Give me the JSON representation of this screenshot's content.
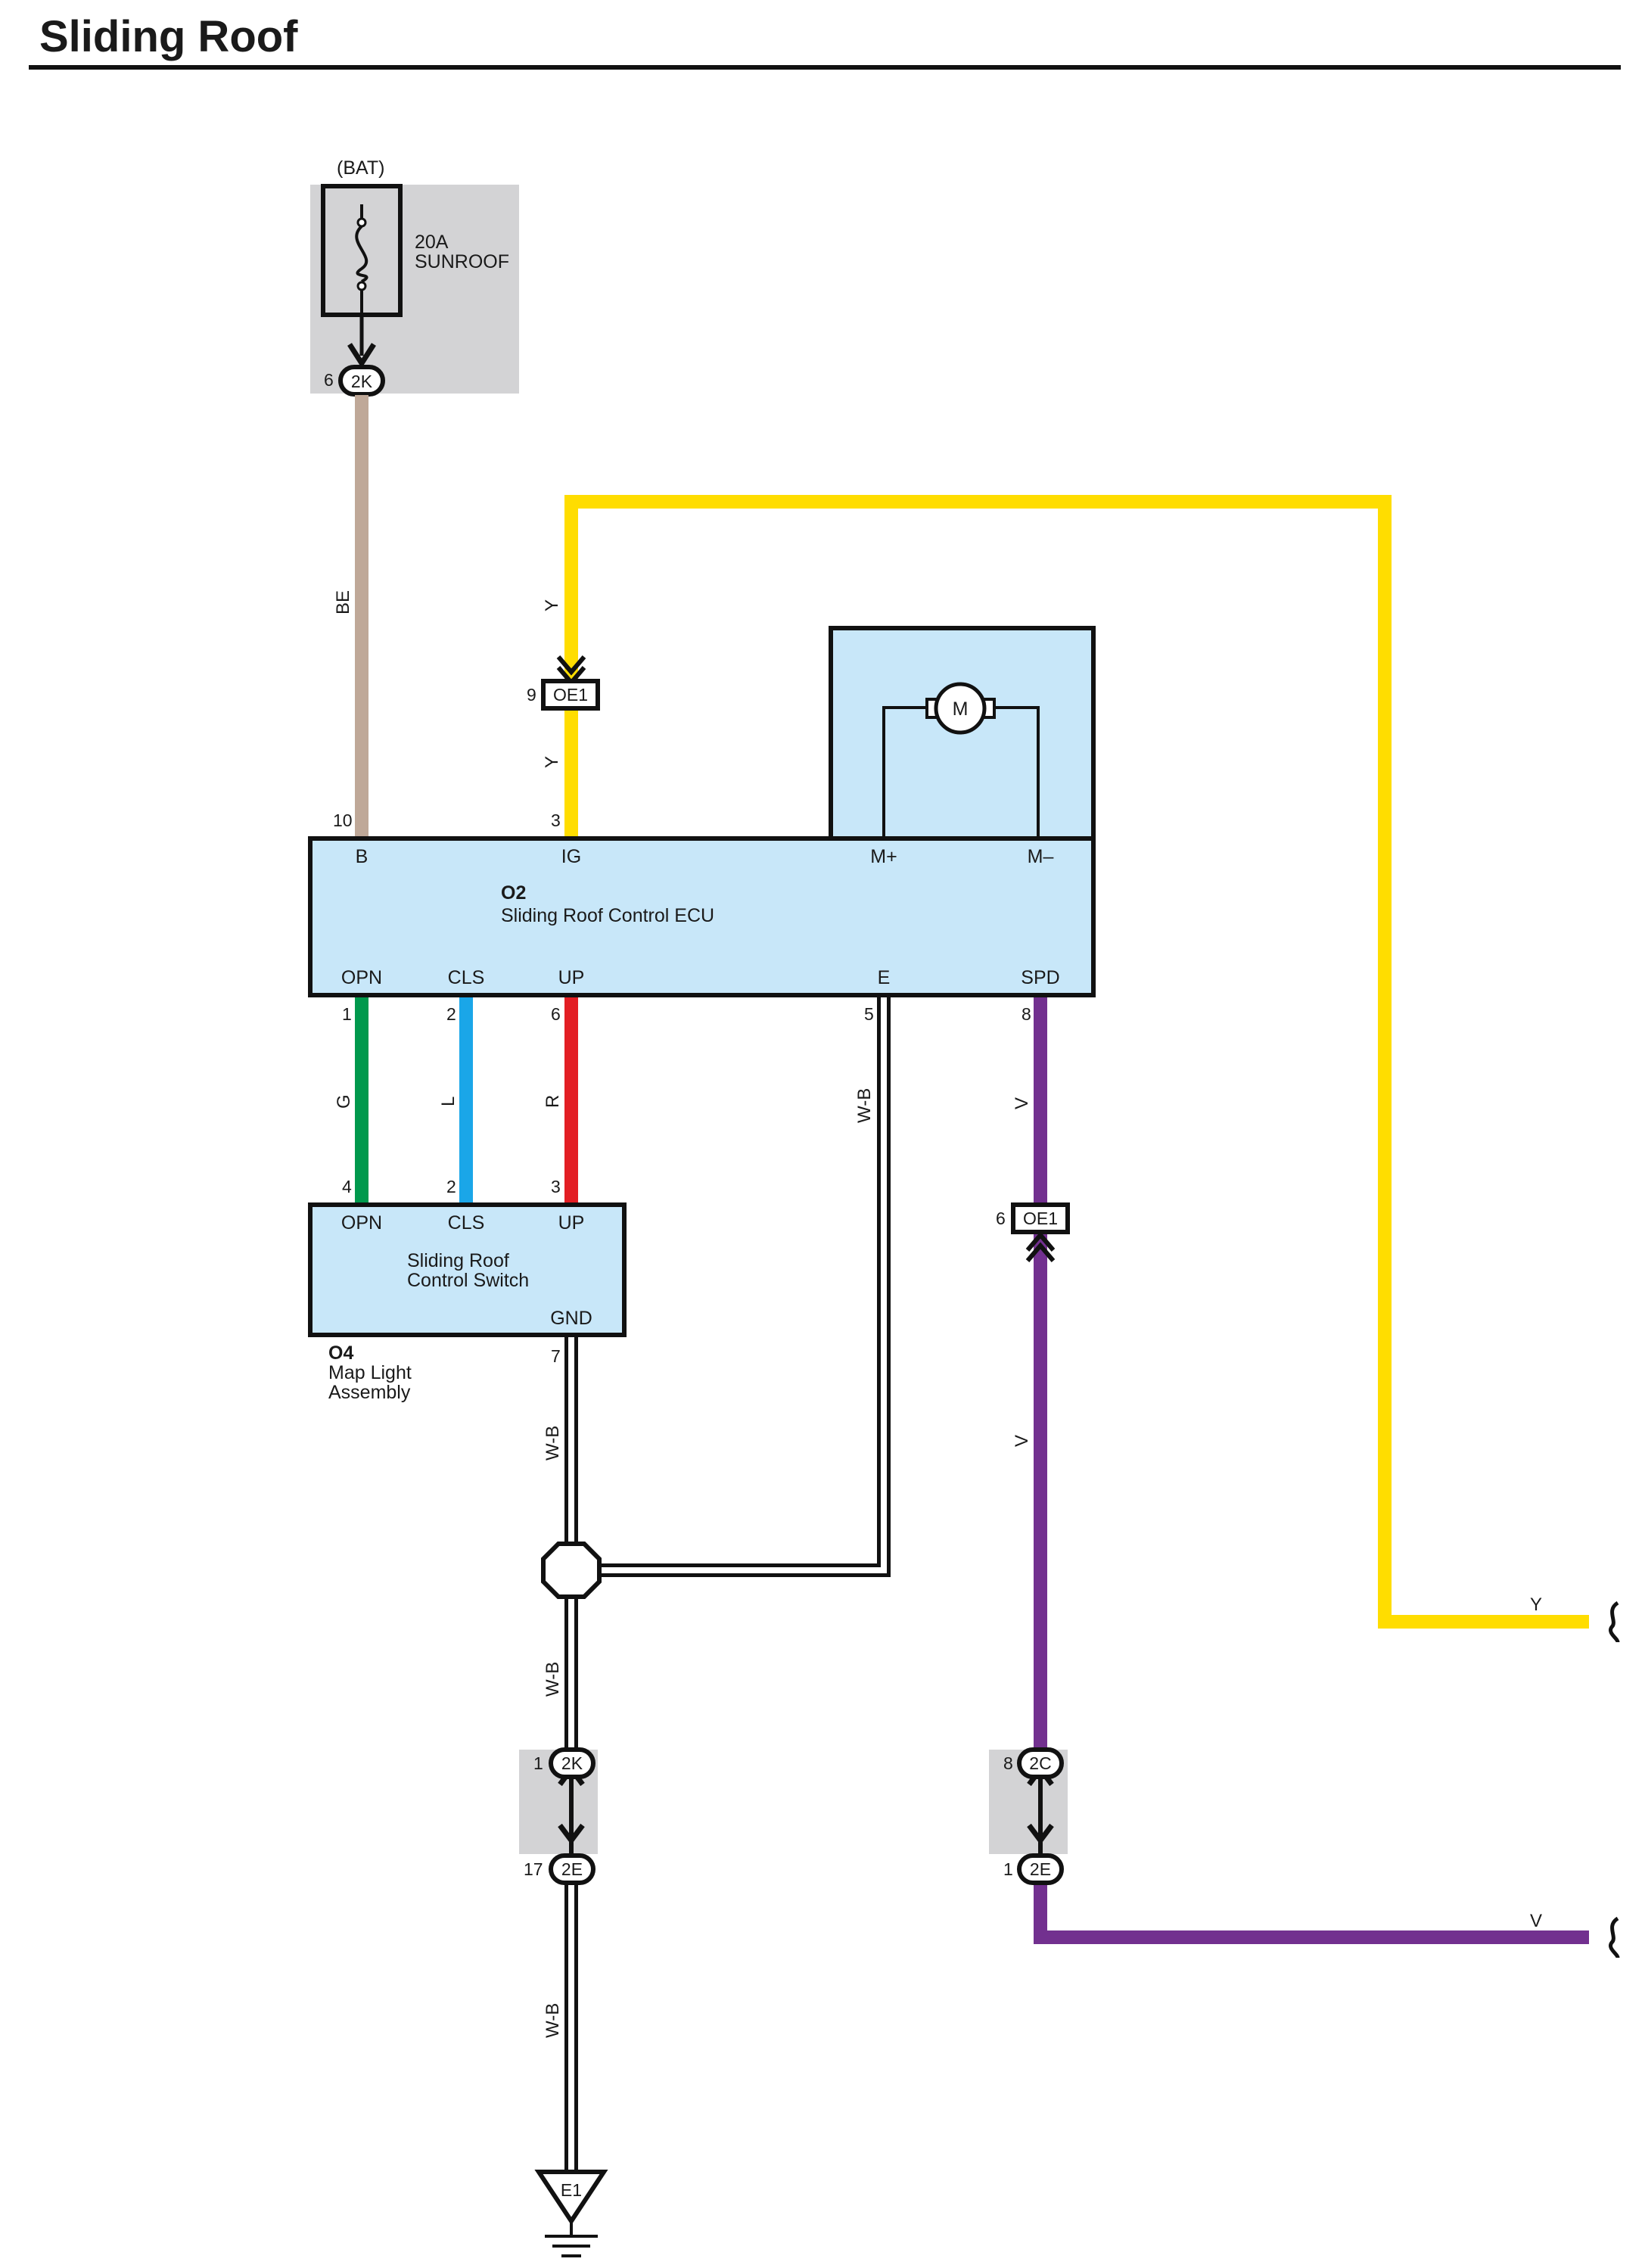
{
  "title": "Sliding Roof",
  "colors": {
    "BE": "#bfa898",
    "Y": "#ffdd00",
    "G": "#00994d",
    "L": "#1aa6e8",
    "R": "#e31e24",
    "V": "#72308f",
    "W-B": "#ffffff",
    "component_fill": "#c8e7f9",
    "splice_box_fill": "#d3d3d5"
  },
  "fuse": {
    "source": "(BAT)",
    "rating": "20A",
    "name": "SUNROOF"
  },
  "ecu": {
    "id": "O2",
    "name": "Sliding Roof Control ECU",
    "top_terminals": [
      "B",
      "IG",
      "M+",
      "M–"
    ],
    "bottom_terminals": [
      "OPN",
      "CLS",
      "UP",
      "E",
      "SPD"
    ],
    "motor_symbol": "M"
  },
  "switch": {
    "name_line1": "Sliding Roof",
    "name_line2": "Control Switch",
    "top_terminals": [
      "OPN",
      "CLS",
      "UP"
    ],
    "bottom_terminal": "GND"
  },
  "assembly": {
    "id": "O4",
    "name_line1": "Map Light",
    "name_line2": "Assembly"
  },
  "connectors": {
    "c2k_top": {
      "pin": "6",
      "code": "2K"
    },
    "oe1_top": {
      "pin": "9",
      "code": "OE1"
    },
    "oe1_spd": {
      "pin": "6",
      "code": "OE1"
    },
    "c2k_bottom": {
      "pin": "1",
      "code": "2K"
    },
    "c2e_left": {
      "pin": "17",
      "code": "2E"
    },
    "c2c": {
      "pin": "8",
      "code": "2C"
    },
    "c2e_right": {
      "pin": "1",
      "code": "2E"
    }
  },
  "ground": {
    "code": "E1"
  },
  "pins": {
    "ecu_b": "10",
    "ecu_ig": "3",
    "ecu_opn": "1",
    "ecu_cls": "2",
    "ecu_up": "6",
    "ecu_e": "5",
    "ecu_spd": "8",
    "sw_opn": "4",
    "sw_cls": "2",
    "sw_up": "3",
    "sw_gnd": "7"
  },
  "wire_labels": {
    "be": "BE",
    "y_top": "Y",
    "y_mid": "Y",
    "g": "G",
    "l": "L",
    "r": "R",
    "wb_e": "W-B",
    "v_top": "V",
    "v_mid": "V",
    "wb_1": "W-B",
    "wb_2": "W-B",
    "wb_3": "W-B",
    "y_out": "Y",
    "v_out": "V"
  }
}
